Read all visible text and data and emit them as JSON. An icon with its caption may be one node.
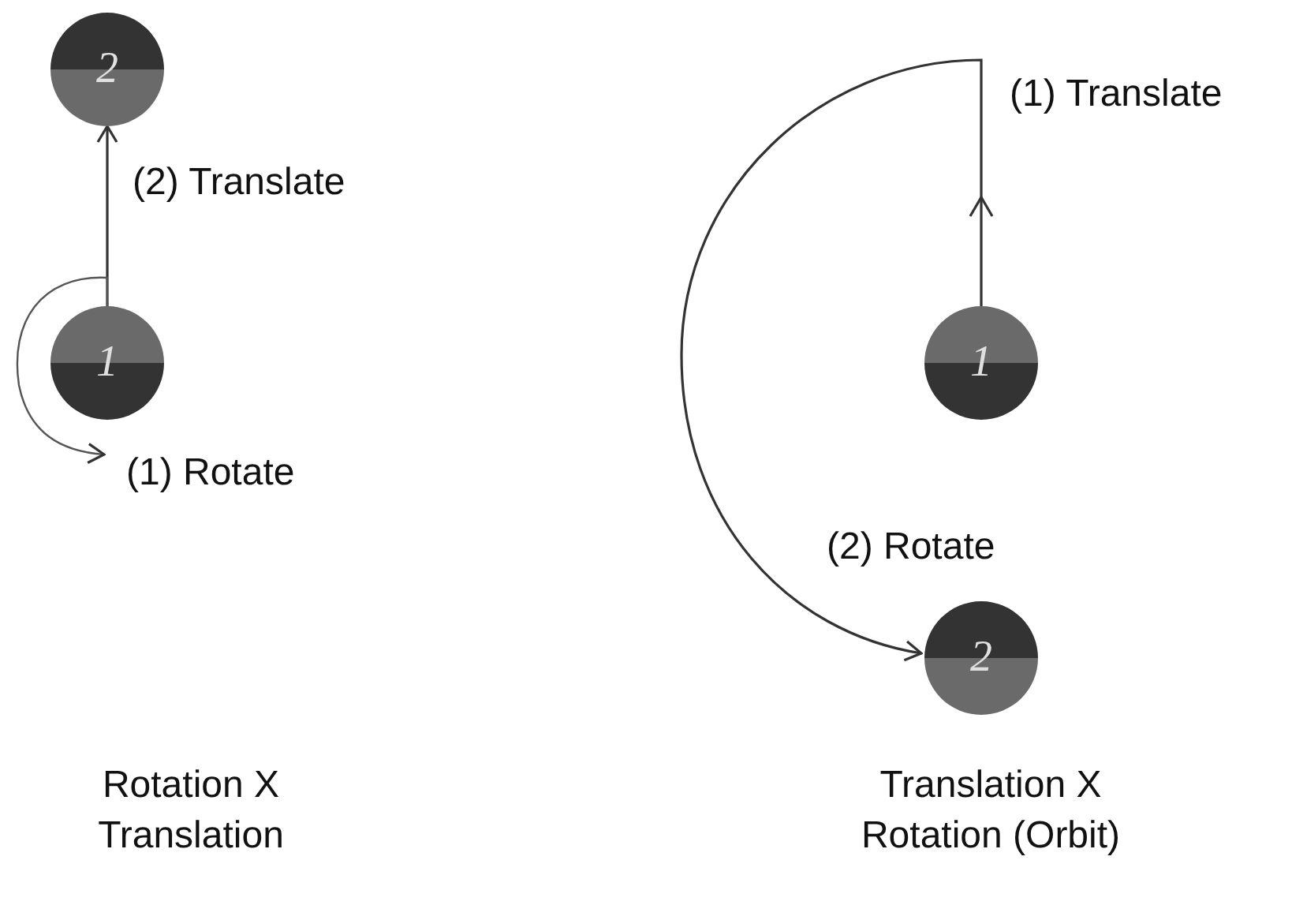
{
  "diagram": {
    "nodes": [
      {
        "text": [
          "2"
        ]
      },
      {
        "text": [
          "1"
        ]
      },
      {
        "text": [
          "1"
        ]
      },
      {
        "text": [
          "2"
        ]
      }
    ],
    "edges": [
      {
        "from": 1,
        "to": 0,
        "arrow": "to",
        "label": "(2) Translate"
      },
      {
        "from": 1,
        "to": 1,
        "arrow": "to",
        "label": "(1) Rotate"
      },
      {
        "from": 2,
        "to": 3,
        "arrow": "to"
      }
    ],
    "labels": [
      "(1) Translate",
      "(2) Rotate",
      "Rotation X Translation",
      "Translation X Rotation (Orbit)"
    ]
  }
}
